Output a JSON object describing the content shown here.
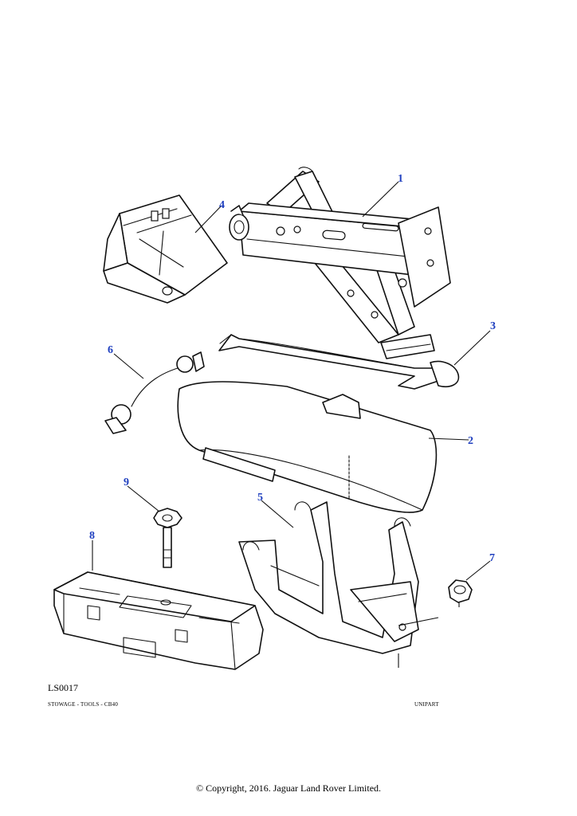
{
  "diagram": {
    "reference_code": "LS0017",
    "caption_left": "STOWAGE - TOOLS - CB40",
    "caption_right": "UNIPART",
    "copyright": "© Copyright, 2016. Jaguar Land Rover Limited.",
    "callouts": [
      "1",
      "2",
      "3",
      "4",
      "5",
      "6",
      "7",
      "8",
      "9"
    ]
  },
  "colors": {
    "callout": "#1f3fbf",
    "line": "#111111",
    "background": "#ffffff"
  }
}
